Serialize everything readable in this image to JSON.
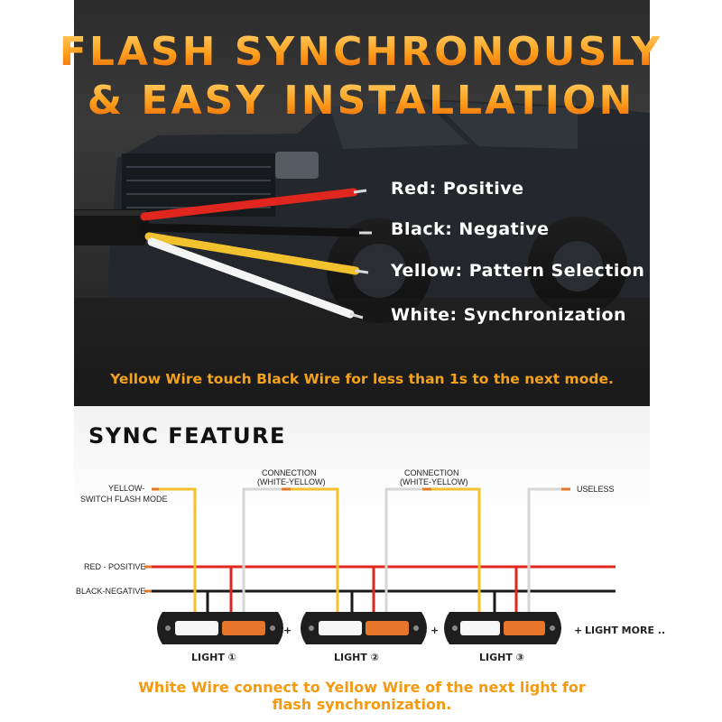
{
  "header": {
    "line1": "FLASH SYNCHRONOUSLY",
    "line2": "& EASY INSTALLATION"
  },
  "wires": [
    {
      "label": "Red: Positive",
      "color": "#e0261f"
    },
    {
      "label": "Black: Negative",
      "color": "#1a1a1a"
    },
    {
      "label": "Yellow: Pattern Selection",
      "color": "#f2c12e"
    },
    {
      "label": "White: Synchronization",
      "color": "#f4f4f4"
    }
  ],
  "note_top": "Yellow Wire touch Black Wire for less than 1s to the next mode.",
  "sync": {
    "title": "SYNC FEATURE",
    "labels": {
      "yellow_1": "YELLOW-",
      "yellow_2": "SWITCH FLASH MODE",
      "red": "RED - POSITIVE",
      "black": "BLACK-NEGATIVE",
      "connection": "CONNECTION",
      "connection_sub": "(WHITE-YELLOW)",
      "useless": "USELESS",
      "light_more": "LIGHT MORE .."
    },
    "lights": [
      "LIGHT ①",
      "LIGHT ②",
      "LIGHT ③"
    ],
    "plus": "+"
  },
  "note_bottom": {
    "line1": "White Wire connect to Yellow Wire of the next light for",
    "line2": "flash synchronization."
  },
  "colors": {
    "headline_orange": "#ff9c1a",
    "note_orange": "#f3a21e",
    "red_wire": "#e0261f",
    "black_wire": "#1a1a1a",
    "yellow_wire": "#f2c12e",
    "white_wire": "#d9d9d9"
  }
}
